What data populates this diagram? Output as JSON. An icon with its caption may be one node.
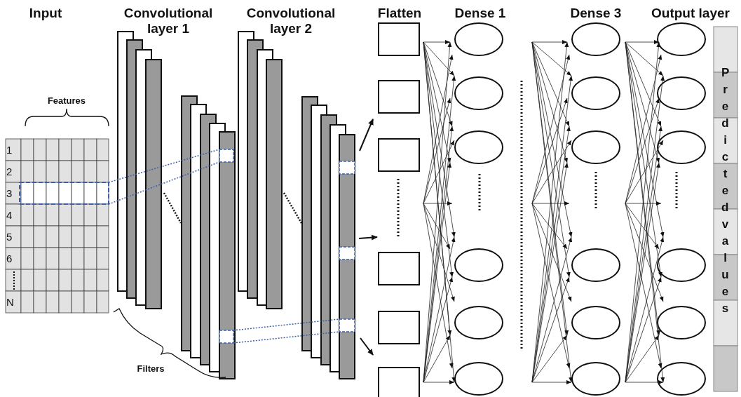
{
  "diagram": {
    "labels": [
      "Input",
      "Convolutional layer 1",
      "Convolutional layer 2",
      "Flatten",
      "Dense 1",
      "Dense 3",
      "Output layer",
      "Features",
      "1",
      "2",
      "3",
      "4",
      "5",
      "6",
      "N",
      "Filters",
      "Predicted values"
    ]
  }
}
